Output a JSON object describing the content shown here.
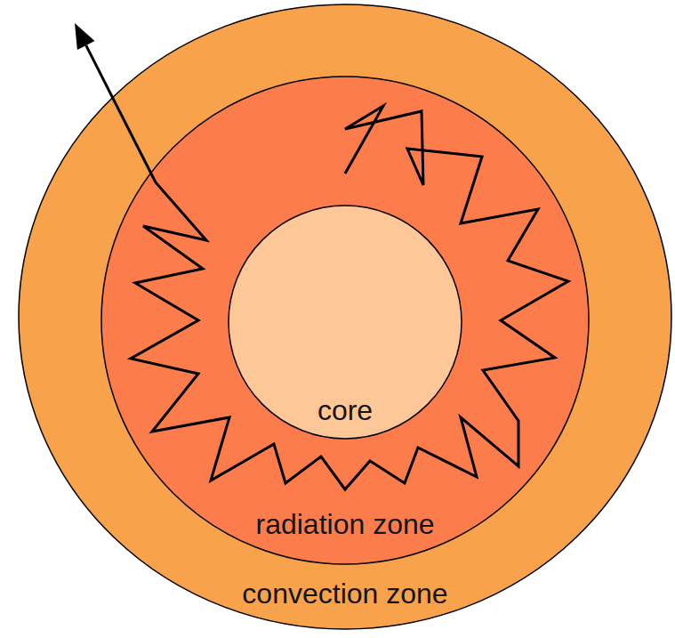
{
  "diagram": {
    "nodes": [
      {
        "text": [
          "convection zone"
        ]
      },
      {
        "text": [
          "radiation zone"
        ],
        "in": 0
      },
      {
        "text": [
          "core"
        ],
        "in": 1
      }
    ]
  }
}
